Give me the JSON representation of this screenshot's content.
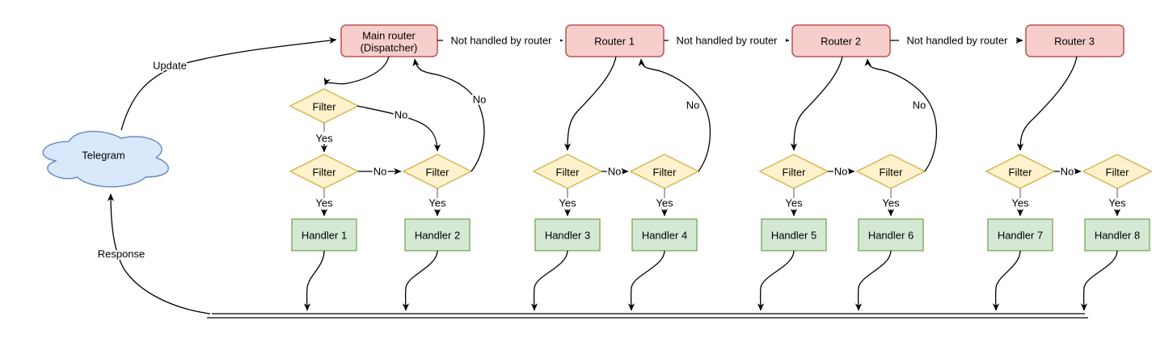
{
  "cloud": {
    "label": "Telegram"
  },
  "dispatcher": {
    "line1": "Main router",
    "line2": "(Dispatcher)"
  },
  "routers": [
    {
      "label": "Router 1"
    },
    {
      "label": "Router 2"
    },
    {
      "label": "Router 3"
    }
  ],
  "filters": {
    "label": "Filter"
  },
  "handlers": [
    {
      "label": "Handler 1"
    },
    {
      "label": "Handler 2"
    },
    {
      "label": "Handler 3"
    },
    {
      "label": "Handler 4"
    },
    {
      "label": "Handler 5"
    },
    {
      "label": "Handler 6"
    },
    {
      "label": "Handler 7"
    },
    {
      "label": "Handler 8"
    }
  ],
  "edge_labels": {
    "update": "Update",
    "response": "Response",
    "not_handled": "Not handled by router",
    "yes": "Yes",
    "no": "No"
  },
  "colors": {
    "cloud_fill": "#dae8fc",
    "cloud_stroke": "#6c8ebf",
    "router_fill": "#f8cecc",
    "router_stroke": "#b85450",
    "filter_fill": "#fff2cc",
    "filter_stroke": "#d6b656",
    "handler_fill": "#d5e8d4",
    "handler_stroke": "#82b366",
    "line": "#000000",
    "stub": "#808080",
    "background": "#ffffff"
  }
}
